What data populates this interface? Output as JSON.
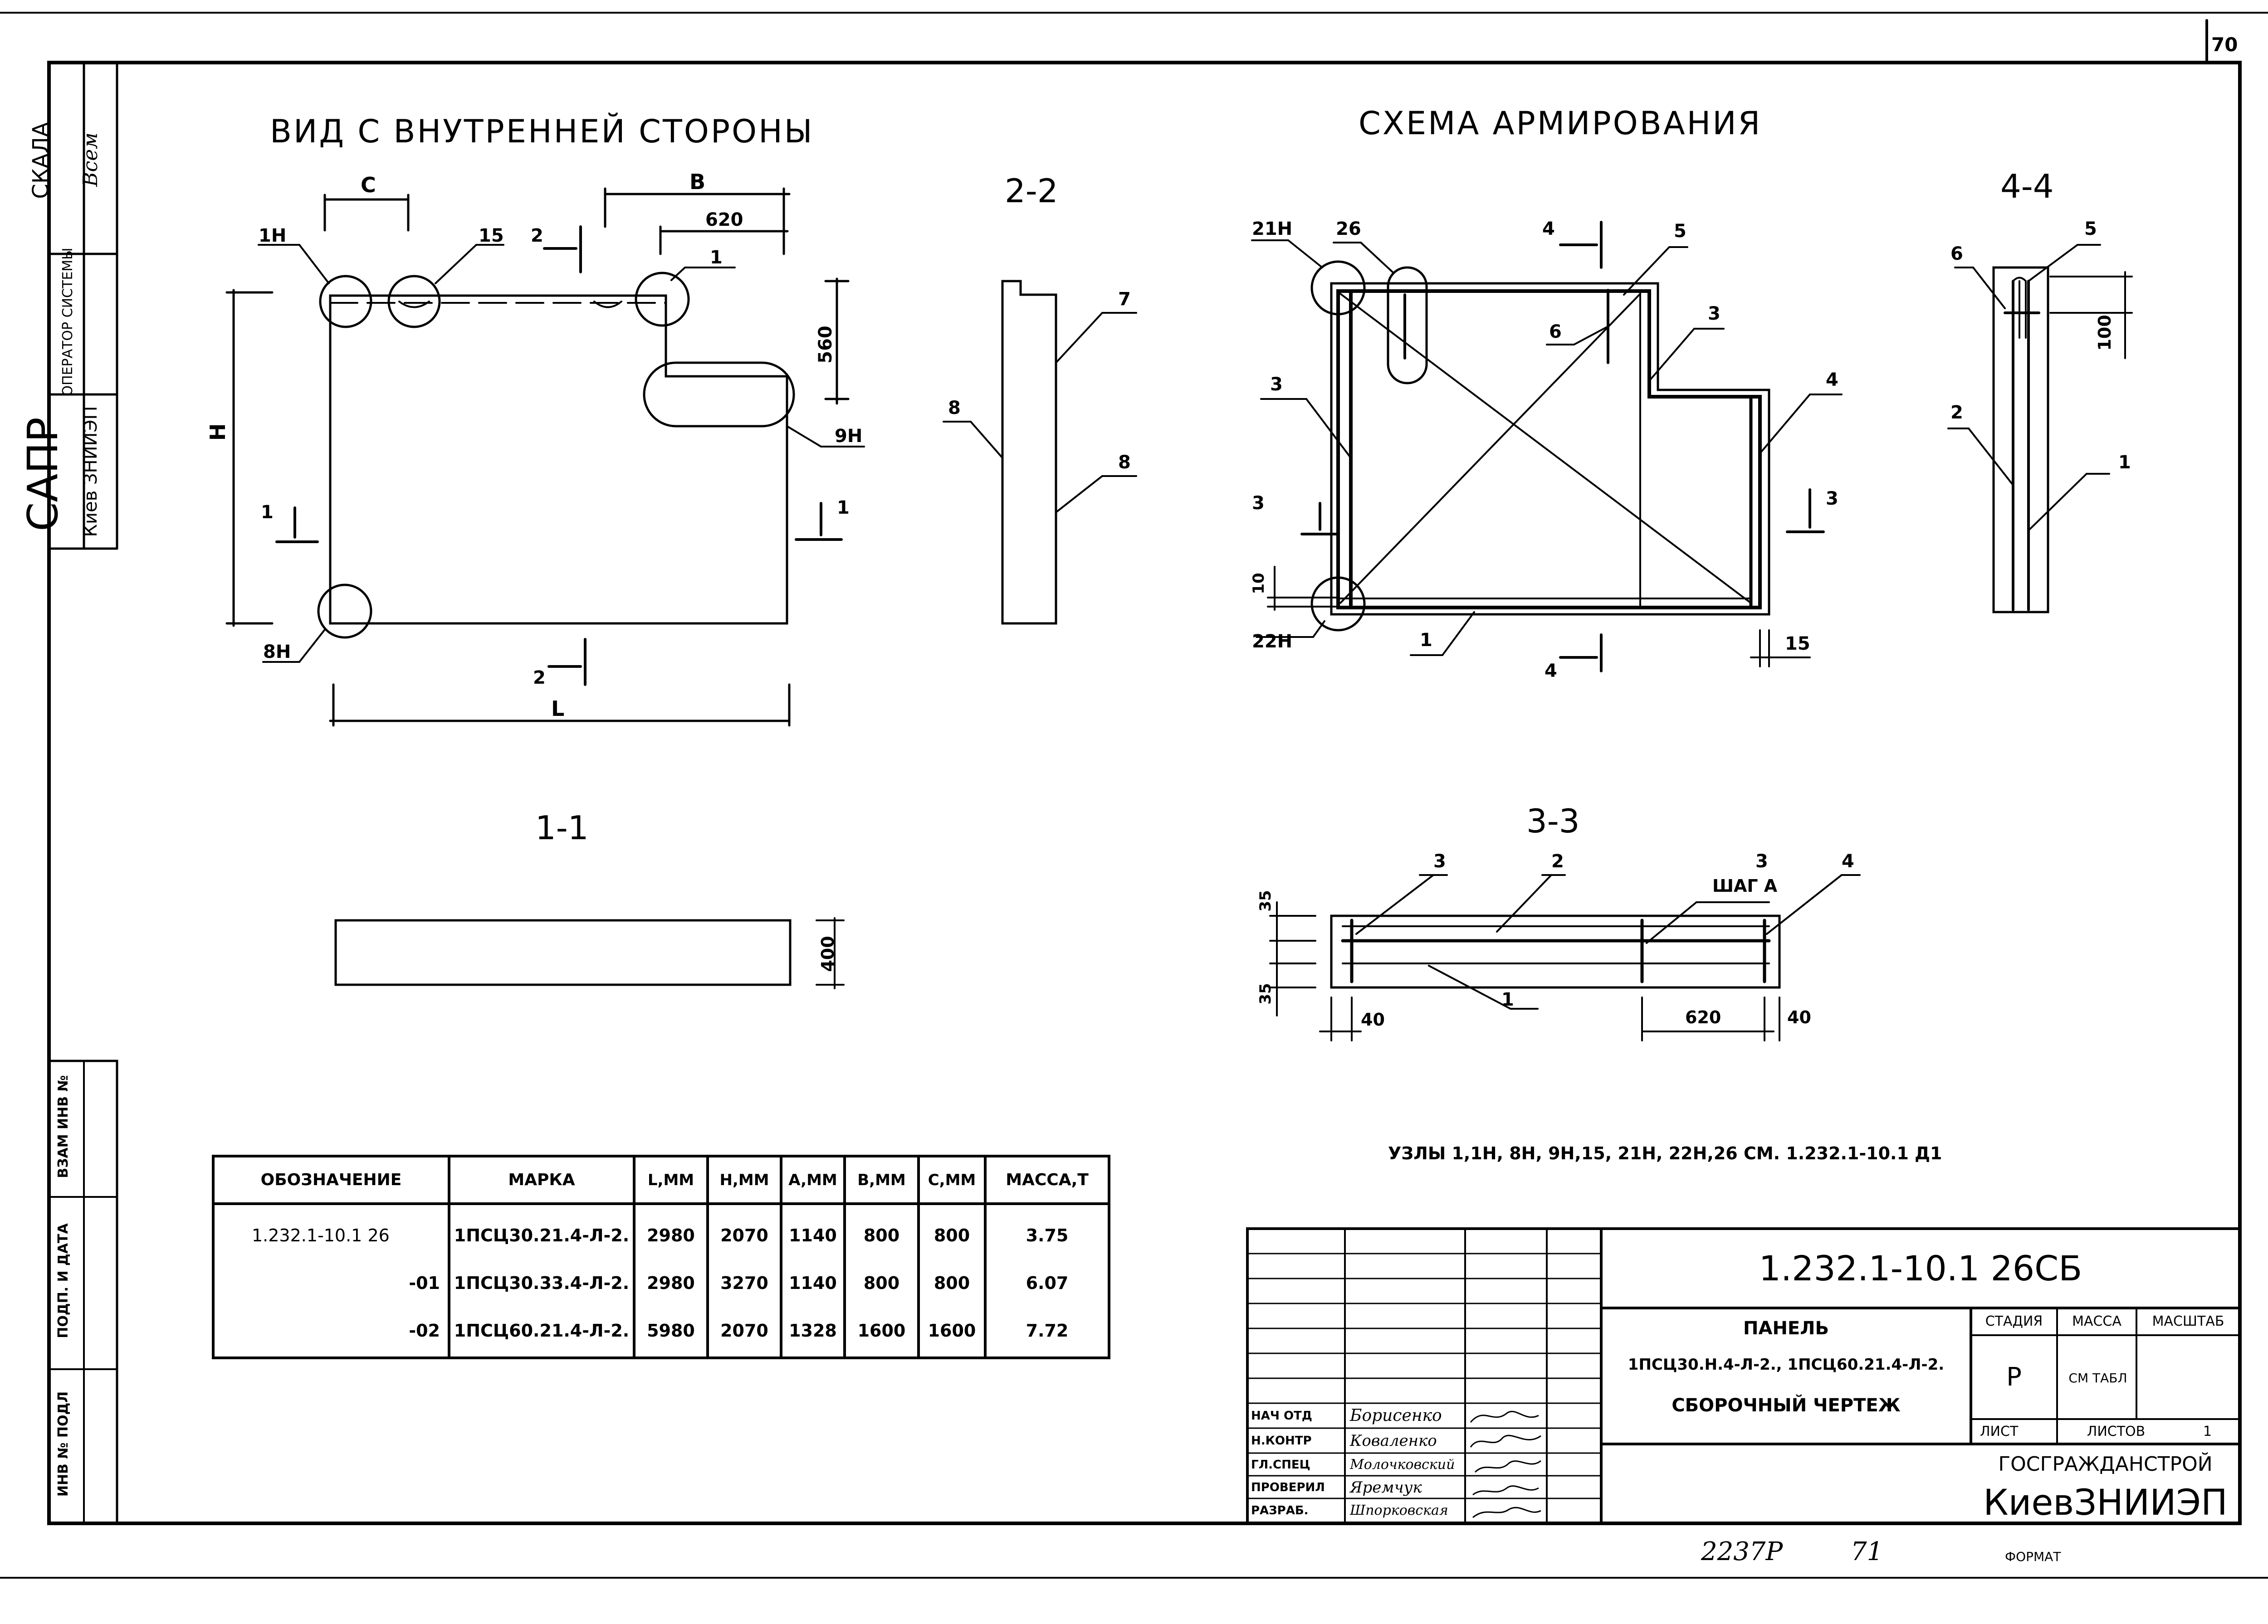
{
  "sheet": {
    "page_number": "70",
    "bottom_inv": "2237Р",
    "bottom_page": "71",
    "format": "ФОРМАТ"
  },
  "sidebar": {
    "scale": "СКАЛА",
    "scale_sign": "Всем",
    "operator": "ОПЕРАТОР СИСТЕМЫ",
    "sapr": "САПР",
    "kiev": "Киев ЗНИИЭП",
    "inv1": "ВЗАМ ИНВ №",
    "inv2": "ПОДП. И ДАТА",
    "inv3": "ИНВ № ПОДЛ"
  },
  "views": {
    "inner_title": "ВИД С ВНУТРЕННЕЙ СТОРОНЫ",
    "reinf_title": "СХЕМА АРМИРОВАНИЯ",
    "sec22": "2-2",
    "sec44": "4-4",
    "sec11": "1-1",
    "sec33": "3-3"
  },
  "inner": {
    "C": "C",
    "B": "B",
    "d620": "620",
    "d560": "560",
    "H": "H",
    "L": "L",
    "n1H": "1Н",
    "n15": "15",
    "n1": "1",
    "n9H": "9Н",
    "n8H": "8Н",
    "n2": "2",
    "n1cut": "1"
  },
  "sec22_labels": {
    "p7": "7",
    "p8a": "8",
    "p8b": "8"
  },
  "reinf": {
    "n21H": "21Н",
    "n26": "26",
    "n4": "4",
    "n5": "5",
    "n6": "6",
    "n3a": "3",
    "n3b": "3",
    "n4b": "4",
    "n3cut": "3",
    "n10": "10",
    "n22H": "22Н",
    "n1": "1",
    "n15": "15"
  },
  "sec44_labels": {
    "p6": "6",
    "p5": "5",
    "d100": "100",
    "p2": "2",
    "p1": "1"
  },
  "sec11_labels": {
    "d400": "400"
  },
  "sec33_labels": {
    "p3a": "3",
    "p2": "2",
    "p3b": "3",
    "step": "ШАГ А",
    "p4": "4",
    "d35a": "35",
    "d35b": "35",
    "d40a": "40",
    "p1": "1",
    "d620": "620",
    "d40b": "40"
  },
  "nodes_note": "УЗЛЫ 1,1Н, 8Н, 9Н,15, 21Н, 22Н,26 СМ. 1.232.1-10.1 Д1",
  "spec": {
    "headers": [
      "ОБОЗНАЧЕНИЕ",
      "МАРКА",
      "L,ММ",
      "H,ММ",
      "A,ММ",
      "B,ММ",
      "C,ММ",
      "МАССА,Т"
    ],
    "rows": [
      [
        "1.232.1-10.1 26",
        "1ПСЦ30.21.4-Л-2.",
        "2980",
        "2070",
        "1140",
        "800",
        "800",
        "3.75"
      ],
      [
        "-01",
        "1ПСЦ30.33.4-Л-2.",
        "2980",
        "3270",
        "1140",
        "800",
        "800",
        "6.07"
      ],
      [
        "-02",
        "1ПСЦ60.21.4-Л-2.",
        "5980",
        "2070",
        "1328",
        "1600",
        "1600",
        "7.72"
      ]
    ]
  },
  "titleblock": {
    "code": "1.232.1-10.1 26СБ",
    "name1": "ПАНЕЛЬ",
    "name2": "1ПСЦ30.Н.4-Л-2., 1ПСЦ60.21.4-Л-2.",
    "name3": "СБОРОЧНЫЙ ЧЕРТЕЖ",
    "stage_h": "СТАДИЯ",
    "mass_h": "МАССА",
    "scale_h": "МАСШТАБ",
    "stage": "Р",
    "mass": "СМ ТАБЛ",
    "sheet_h": "ЛИСТ",
    "sheets_h": "ЛИСТОВ",
    "sheets": "1",
    "org1": "ГОСГРАЖДАНСТРОЙ",
    "org2": "КиевЗНИИЭП",
    "roles": [
      "НАЧ ОТД",
      "Н.КОНТР",
      "ГЛ.СПЕЦ",
      "ПРОВЕРИЛ",
      "РАЗРАБ."
    ],
    "names": [
      "Борисенко",
      "Коваленко",
      "Молочковский",
      "Яремчук",
      "Шпорковская"
    ]
  }
}
